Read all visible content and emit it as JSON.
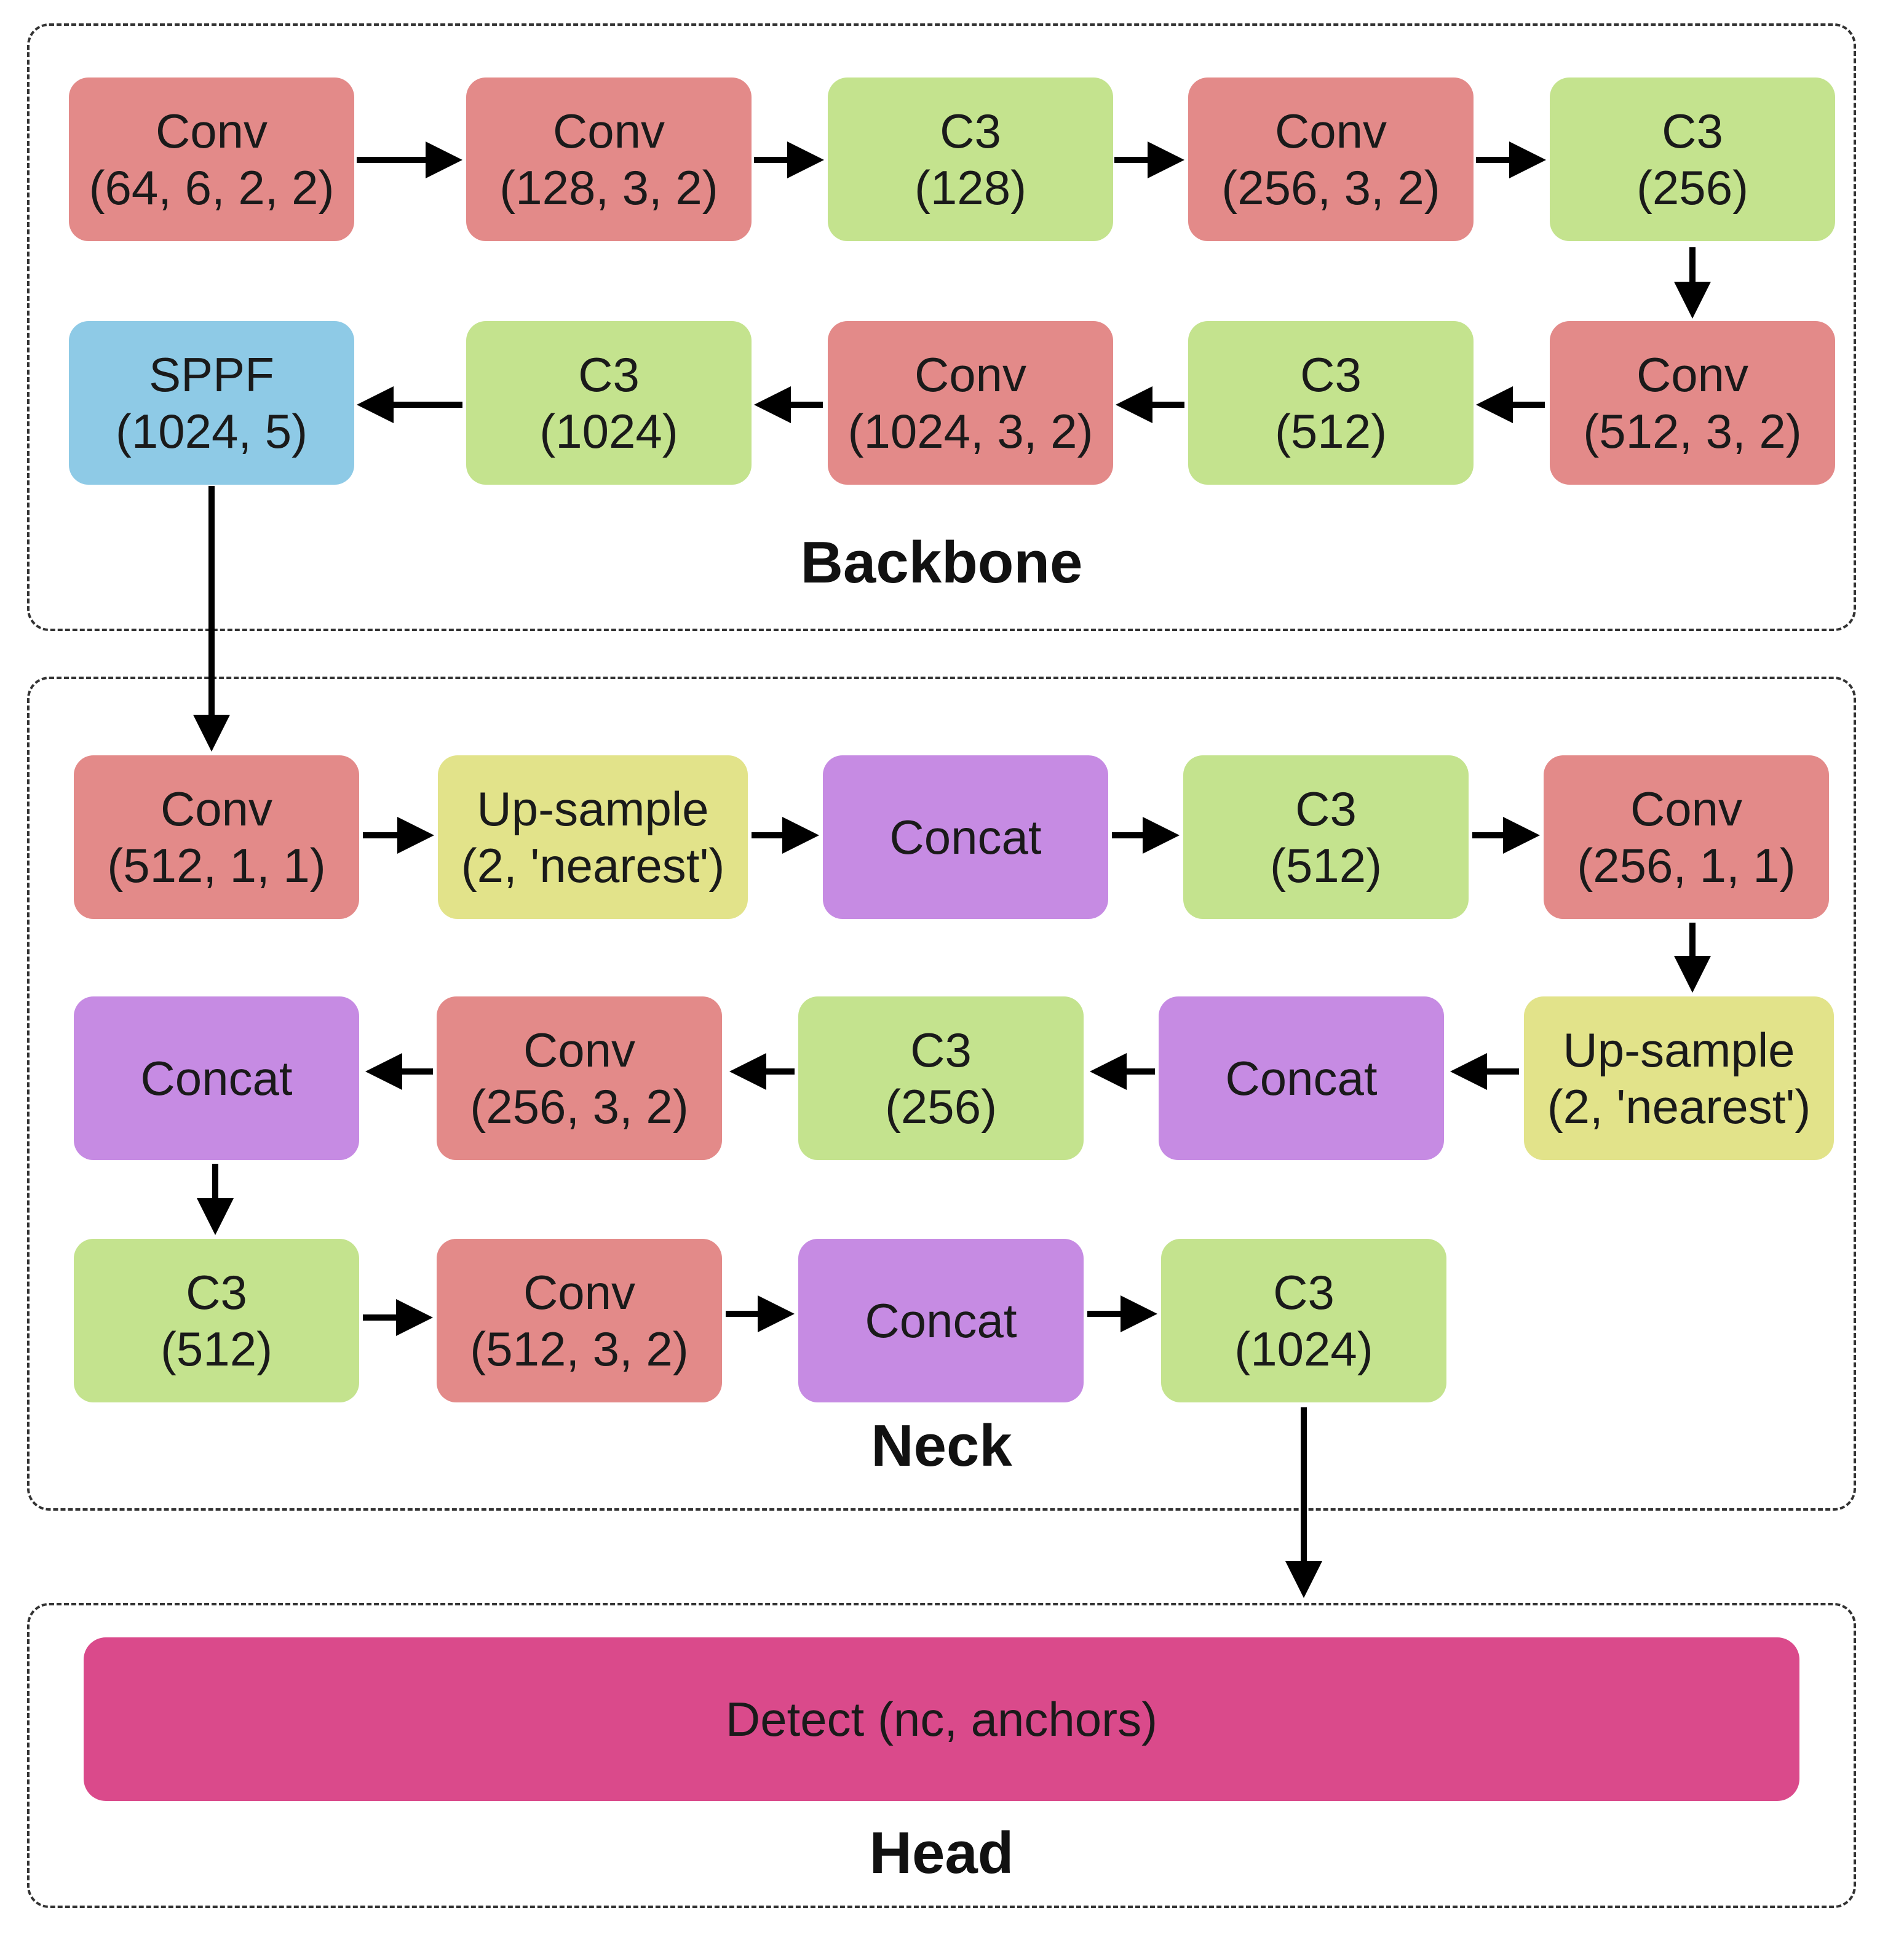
{
  "colors": {
    "conv": "#e38a89",
    "c3": "#c4e38e",
    "sppf": "#8ecae6",
    "upsample": "#e2e38a",
    "concat": "#c68be3",
    "detect": "#da4a8b"
  },
  "sections": {
    "backbone": "Backbone",
    "neck": "Neck",
    "head": "Head"
  },
  "blocks": [
    {
      "id": "b1",
      "type": "conv",
      "line1": "Conv",
      "line2": "(64, 6, 2, 2)"
    },
    {
      "id": "b2",
      "type": "conv",
      "line1": "Conv",
      "line2": "(128, 3, 2)"
    },
    {
      "id": "b3",
      "type": "c3",
      "line1": "C3",
      "line2": "(128)"
    },
    {
      "id": "b4",
      "type": "conv",
      "line1": "Conv",
      "line2": "(256, 3, 2)"
    },
    {
      "id": "b5",
      "type": "c3",
      "line1": "C3",
      "line2": "(256)"
    },
    {
      "id": "b6",
      "type": "conv",
      "line1": "Conv",
      "line2": "(512, 3, 2)"
    },
    {
      "id": "b7",
      "type": "c3",
      "line1": "C3",
      "line2": "(512)"
    },
    {
      "id": "b8",
      "type": "conv",
      "line1": "Conv",
      "line2": "(1024, 3, 2)"
    },
    {
      "id": "b9",
      "type": "c3",
      "line1": "C3",
      "line2": "(1024)"
    },
    {
      "id": "b10",
      "type": "sppf",
      "line1": "SPPF",
      "line2": "(1024, 5)"
    },
    {
      "id": "n1",
      "type": "conv",
      "line1": "Conv",
      "line2": "(512, 1, 1)"
    },
    {
      "id": "n2",
      "type": "upsample",
      "line1": "Up-sample",
      "line2": "(2, 'nearest')"
    },
    {
      "id": "n3",
      "type": "concat",
      "line1": "Concat",
      "line2": ""
    },
    {
      "id": "n4",
      "type": "c3",
      "line1": "C3",
      "line2": "(512)"
    },
    {
      "id": "n5",
      "type": "conv",
      "line1": "Conv",
      "line2": "(256, 1, 1)"
    },
    {
      "id": "n6",
      "type": "upsample",
      "line1": "Up-sample",
      "line2": "(2, 'nearest')"
    },
    {
      "id": "n7",
      "type": "concat",
      "line1": "Concat",
      "line2": ""
    },
    {
      "id": "n8",
      "type": "c3",
      "line1": "C3",
      "line2": "(256)"
    },
    {
      "id": "n9",
      "type": "conv",
      "line1": "Conv",
      "line2": "(256, 3, 2)"
    },
    {
      "id": "n10",
      "type": "concat",
      "line1": "Concat",
      "line2": ""
    },
    {
      "id": "n11",
      "type": "c3",
      "line1": "C3",
      "line2": "(512)"
    },
    {
      "id": "n12",
      "type": "conv",
      "line1": "Conv",
      "line2": "(512, 3, 2)"
    },
    {
      "id": "n13",
      "type": "concat",
      "line1": "Concat",
      "line2": ""
    },
    {
      "id": "n14",
      "type": "c3",
      "line1": "C3",
      "line2": "(1024)"
    }
  ],
  "detect": {
    "label": "Detect (nc, anchors)"
  }
}
